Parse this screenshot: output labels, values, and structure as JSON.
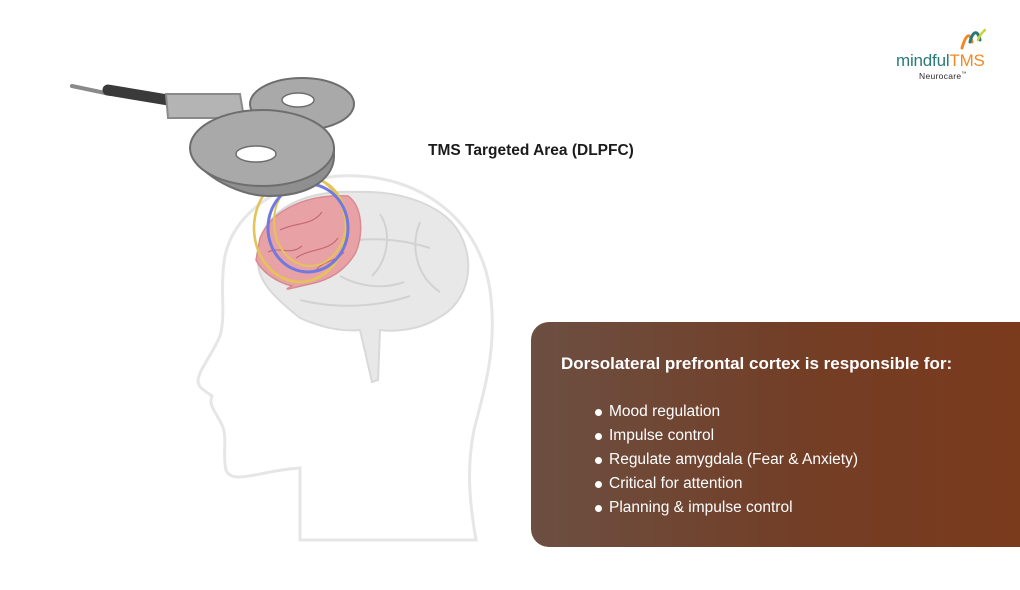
{
  "label": {
    "targeted_area": "TMS Targeted Area (DLPFC)"
  },
  "logo": {
    "brand_part1": "mindful",
    "brand_part2": "TMS",
    "subtitle": "Neurocare",
    "trademark": "™"
  },
  "panel": {
    "heading": "Dorsolateral prefrontal cortex is responsible for:",
    "items": [
      "Mood regulation",
      "Impulse control",
      "Regulate amygdala (Fear & Anxiety)",
      "Critical for attention",
      "Planning & impulse control"
    ]
  },
  "colors": {
    "panel_start": "#6c4f42",
    "panel_end": "#7a3a1c",
    "dlpfc_region": "#e8a2a6",
    "field_yellow": "#e3c557",
    "field_blue": "#6f79e0",
    "brain": "#e7e7e7",
    "coil": "#9a9a9a",
    "brand_teal": "#2b7a78",
    "brand_orange": "#f08a24"
  }
}
